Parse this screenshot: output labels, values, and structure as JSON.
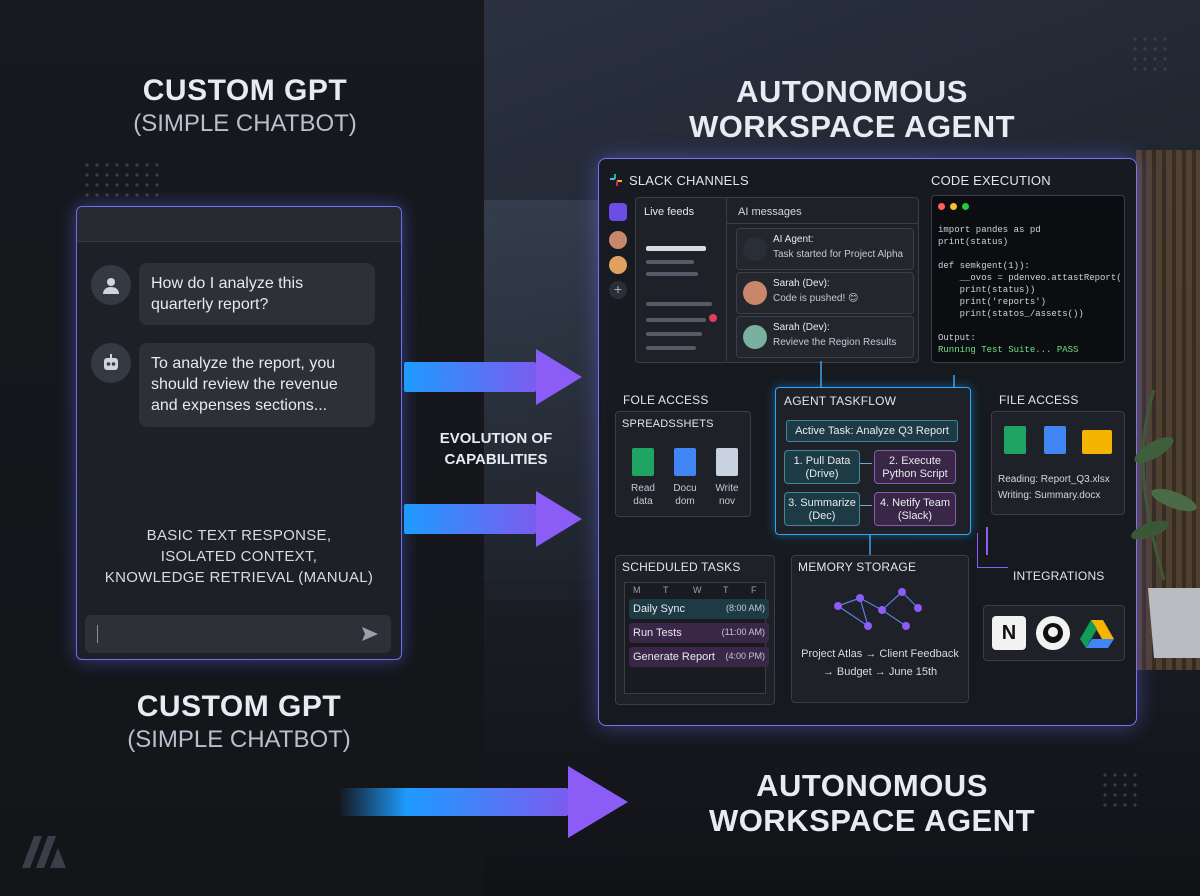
{
  "left": {
    "title": "CUSTOM GPT",
    "subtitle": "(SIMPLE CHATBOT)",
    "user_message": "How do I analyze this quarterly report?",
    "bot_message": "To analyze the report, you should review the revenue and expenses sections...",
    "caption_lines": [
      "BASIC TEXT RESPONSE,",
      "ISOLATED CONTEXT,",
      "KNOWLEDGE RETRIEVAL (MANUAL)"
    ],
    "input_placeholder": "",
    "bottom_title": "CUSTOM GPT",
    "bottom_subtitle": "(SIMPLE CHATBOT)"
  },
  "middle": {
    "evolution_label_1": "EVOLUTION OF",
    "evolution_label_2": "CAPABILITIES"
  },
  "right": {
    "title_1": "AUTONOMOUS",
    "title_2": "WORKSPACE AGENT",
    "bottom_title_1": "AUTONOMOUS",
    "bottom_title_2": "WORKSPACE AGENT",
    "slack": {
      "label": "SLACK CHANNELS",
      "tab_live": "Live feeds",
      "tab_messages": "AI messages",
      "messages": [
        {
          "name": "AI Agent:",
          "text": "Task started for Project Alpha"
        },
        {
          "name": "Sarah (Dev):",
          "text": "Code is pushed! 😊"
        },
        {
          "name": "Sarah (Dev):",
          "text": "Revieve the Region Results"
        }
      ]
    },
    "code": {
      "label": "CODE EXECUTION",
      "lines": [
        "import pandes as pd",
        "print(status)",
        "",
        "def semkgent(1)):",
        "    __ovos = pdenveo.attastReport(",
        "    print(status))",
        "    print('reports')",
        "    print(statos_/assets())",
        "",
        "Output:",
        "Running Test Suite... PASS"
      ]
    },
    "fole_access": {
      "label": "FOLE ACCESS",
      "panel_title": "SPREADSSHETS",
      "items": [
        {
          "label_1": "Read",
          "label_2": "data"
        },
        {
          "label_1": "Docu",
          "label_2": "dom"
        },
        {
          "label_1": "Write",
          "label_2": "nov"
        }
      ]
    },
    "taskflow": {
      "label": "AGENT TASKFLOW",
      "active": "Active Task: Analyze Q3 Report",
      "steps": [
        {
          "l1": "1. Pull Data",
          "l2": "(Drive)"
        },
        {
          "l1": "2. Execute",
          "l2": "Python Script"
        },
        {
          "l1": "3. Summarize",
          "l2": "(Dec)"
        },
        {
          "l1": "4. Netify Team",
          "l2": "(Slack)"
        }
      ]
    },
    "file_access": {
      "label": "FILE ACCESS",
      "reading": "Reading: Report_Q3.xlsx",
      "writing": "Writing: Summary.docx"
    },
    "scheduled": {
      "label": "SCHEDULED TASKS",
      "days": [
        "M",
        "T",
        "W",
        "T",
        "F"
      ],
      "tasks": [
        {
          "name": "Daily Sync",
          "time": "(8:00 AM)"
        },
        {
          "name": "Run Tests",
          "time": "(11:00 AM)"
        },
        {
          "name": "Generate Report",
          "time": "(4:00 PM)"
        }
      ]
    },
    "memory": {
      "label": "MEMORY STORAGE",
      "line_1": "Project Atlas → Client Feedback",
      "line_2": "→ Budget → June 15th"
    },
    "integrations": {
      "label": "INTEGRATIONS",
      "items": [
        "notion-icon",
        "github-icon",
        "google-drive-icon"
      ]
    }
  },
  "colors": {
    "accent_blue": "#2aa7ff",
    "accent_purple": "#8b5cf6"
  }
}
